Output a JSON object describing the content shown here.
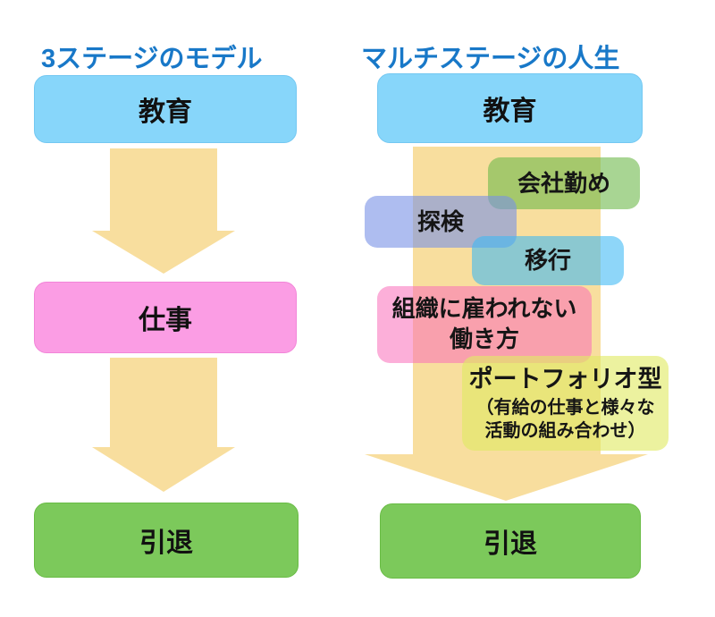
{
  "diagram": {
    "background": "#FFFFFF",
    "title_color": "#1878C8",
    "text_color": "#111111",
    "arrow_color": "#F8DE9E",
    "left_column": {
      "title": "3ステージのモデル",
      "stage_education": "教育",
      "stage_work": "仕事",
      "stage_retirement": "引退",
      "stage_education_color": "#87D6FA",
      "stage_work_color": "#FB9DE4",
      "stage_retirement_color": "#7CC95B"
    },
    "right_column": {
      "title": "マルチステージの人生",
      "stage_education": "教育",
      "stage_retirement": "引退",
      "overlays": {
        "company": {
          "label": "会社勤め",
          "color": "rgba(110,185,75,0.60)"
        },
        "explore": {
          "label": "探検",
          "color": "rgba(120,145,230,0.60)"
        },
        "transition": {
          "label": "移行",
          "color": "rgba(60,185,245,0.58)"
        },
        "independent": {
          "label_line1": "組織に雇われない",
          "label_line2": "働き方",
          "color": "rgba(250,110,185,0.55)"
        },
        "portfolio": {
          "label": "ポートフォリオ型",
          "sub_line1": "（有給の仕事と様々な",
          "sub_line2": "活動の組み合わせ）",
          "color": "rgba(224,234,100,0.62)"
        }
      }
    }
  }
}
